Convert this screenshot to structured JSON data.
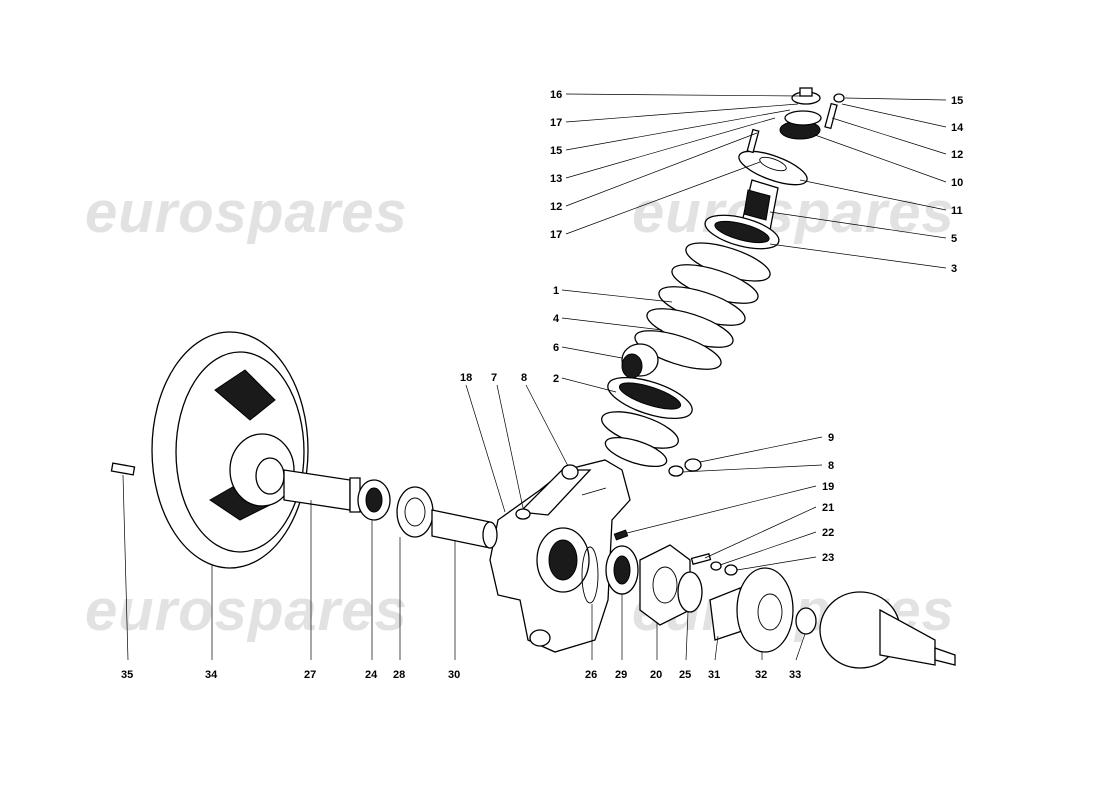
{
  "watermarks": [
    "eurospares",
    "eurospares",
    "eurospares",
    "eurospares"
  ],
  "callouts": {
    "c1": "1",
    "c2": "2",
    "c3": "3",
    "c4": "4",
    "c5": "5",
    "c6": "6",
    "c7": "7",
    "c8a": "8",
    "c8b": "8",
    "c9": "9",
    "c10": "10",
    "c11": "11",
    "c12a": "12",
    "c12b": "12",
    "c13": "13",
    "c14": "14",
    "c15a": "15",
    "c15b": "15",
    "c16": "16",
    "c17a": "17",
    "c17b": "17",
    "c18": "18",
    "c19": "19",
    "c20": "20",
    "c21": "21",
    "c22": "22",
    "c23": "23",
    "c24": "24",
    "c25": "25",
    "c26": "26",
    "c27": "27",
    "c28": "28",
    "c29": "29",
    "c30": "30",
    "c31": "31",
    "c32": "32",
    "c33": "33",
    "c34": "34",
    "c35": "35"
  }
}
